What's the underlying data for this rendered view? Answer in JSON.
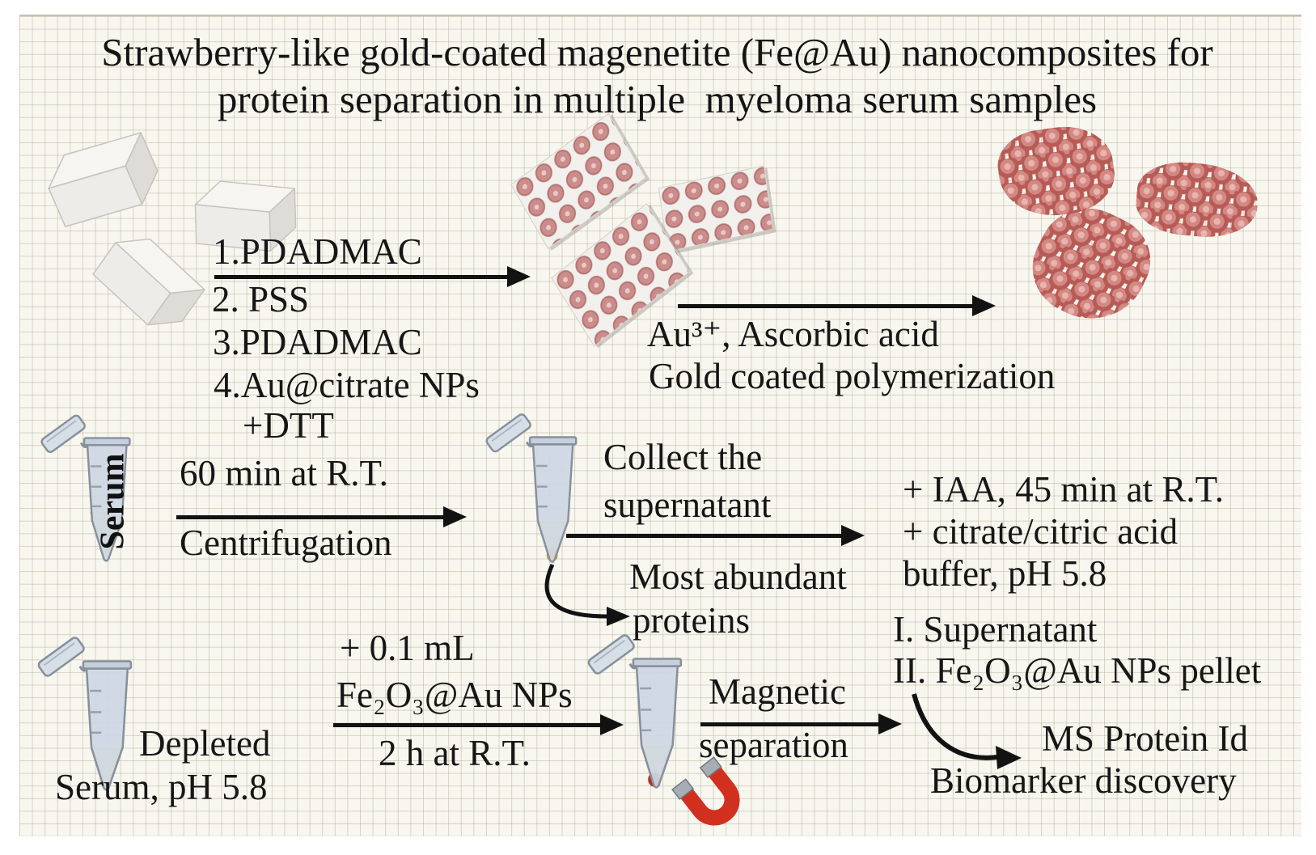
{
  "title": {
    "line1": "Strawberry-like gold-coated magenetite (Fe@Au) nanocomposites for",
    "line2": "protein separation in multiple  myeloma serum samples"
  },
  "step1": {
    "reagents": [
      "1.PDADMAC",
      "2. PSS",
      "3.PDADMAC",
      "4.Au@citrate NPs",
      "+DTT"
    ]
  },
  "step2": {
    "line1": "Au³⁺, Ascorbic acid",
    "line2": "Gold coated polymerization"
  },
  "serum_row": {
    "tube_label": "Serum",
    "above_arrow": "60 min at R.T.",
    "below_arrow": "Centrifugation",
    "collect_line1": "Collect the",
    "collect_line2": "supernatant",
    "abundant_line1": "Most abundant",
    "abundant_line2": "proteins",
    "iaa_line1": "+ IAA, 45 min at R.T.",
    "iaa_line2": "+ citrate/citric acid",
    "iaa_line3": "buffer, pH 5.8"
  },
  "bottom_row": {
    "depleted_line1": "Depleted",
    "depleted_line2": "Serum, pH 5.8",
    "add_line1": "+ 0.1 mL",
    "add_line2": "Fe₂O₃@Au NPs",
    "below_arrow": "2 h at R.T.",
    "magnetic_line1": "Magnetic",
    "magnetic_line2": "separation",
    "output_line1": "I. Supernatant",
    "output_line2": "II. Fe₂O₃@Au NPs pellet",
    "ms_line1": "MS Protein Id",
    "ms_line2": "Biomarker discovery"
  },
  "icons": {
    "magnetite_box": "white 3D slab (bare Fe3O4 magnetite block)",
    "polymer_coated_tile": "pale tile studded with small pink Au seed dots",
    "gold_coated_cluster": "dense cluster of red-brown spheres (strawberry-like Fe@Au)",
    "eppendorf_tube": "open-cap microcentrifuge tube with yellow serum",
    "horseshoe_magnet": "red horseshoe magnet with silver pole tips",
    "reaction_arrow": "black horizontal reaction arrow",
    "curved_arrow": "black curved pointer arrow"
  },
  "colors": {
    "paper": "#f7f6ef",
    "grid_line": "#b0aa8f",
    "text": "#161616",
    "tube_body": "#cdd7e3",
    "tube_outline": "#87909b",
    "serum_liquid": "#f4eea6",
    "pellet_orange": "#de9330",
    "pellet_red": "#b5321f",
    "magnet_red": "#d2301f",
    "magnet_tip": "#a6adb5",
    "gold_seed_pink": "#cb8d8c",
    "berry_red": "#b85a55",
    "box_white": "#edece8"
  }
}
